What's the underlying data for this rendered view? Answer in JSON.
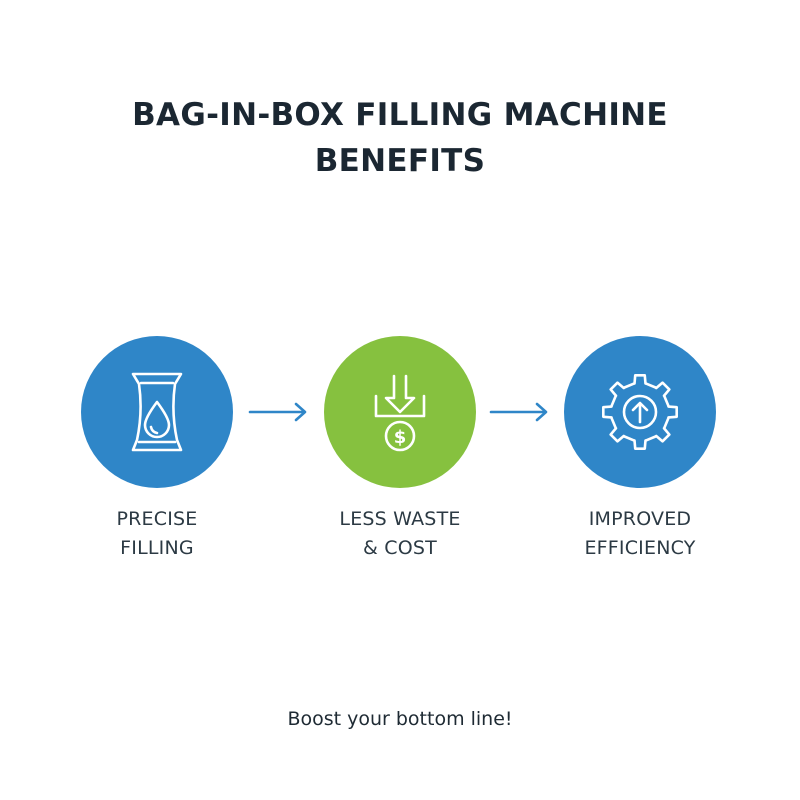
{
  "title": {
    "line1": "BAG-IN-BOX FILLING MACHINE",
    "line2": "BENEFITS"
  },
  "steps": [
    {
      "line1": "PRECISE",
      "line2": "FILLING",
      "icon": "liquid-bag-icon",
      "color": "#2f86c8"
    },
    {
      "line1": "LESS WASTE",
      "line2": "& COST",
      "icon": "down-arrow-dollar-icon",
      "color": "#86c13f"
    },
    {
      "line1": "IMPROVED",
      "line2": "EFFICIENCY",
      "icon": "gear-up-arrow-icon",
      "color": "#2f86c8"
    }
  ],
  "arrow_color": "#2f86c8",
  "tagline": "Boost your bottom line!"
}
